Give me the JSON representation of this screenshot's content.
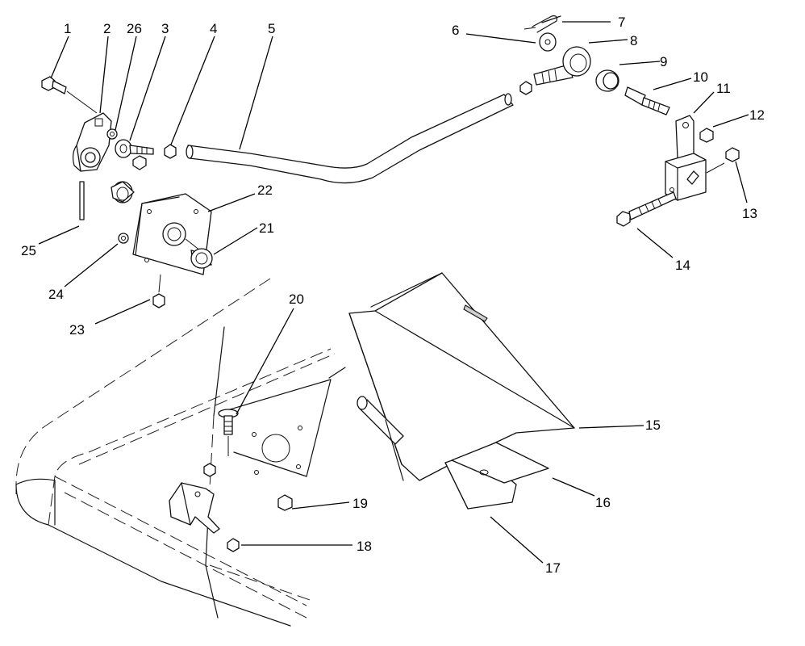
{
  "callouts": [
    {
      "id": "c1",
      "label": "1"
    },
    {
      "id": "c2",
      "label": "2"
    },
    {
      "id": "c26",
      "label": "26"
    },
    {
      "id": "c3",
      "label": "3"
    },
    {
      "id": "c4",
      "label": "4"
    },
    {
      "id": "c5",
      "label": "5"
    },
    {
      "id": "c6",
      "label": "6"
    },
    {
      "id": "c7",
      "label": "7"
    },
    {
      "id": "c8",
      "label": "8"
    },
    {
      "id": "c9",
      "label": "9"
    },
    {
      "id": "c10",
      "label": "10"
    },
    {
      "id": "c11",
      "label": "11"
    },
    {
      "id": "c12",
      "label": "12"
    },
    {
      "id": "c13",
      "label": "13"
    },
    {
      "id": "c14",
      "label": "14"
    },
    {
      "id": "c15",
      "label": "15"
    },
    {
      "id": "c16",
      "label": "16"
    },
    {
      "id": "c17",
      "label": "17"
    },
    {
      "id": "c18",
      "label": "18"
    },
    {
      "id": "c19",
      "label": "19"
    },
    {
      "id": "c20",
      "label": "20"
    },
    {
      "id": "c21",
      "label": "21"
    },
    {
      "id": "c22",
      "label": "22"
    },
    {
      "id": "c23",
      "label": "23"
    },
    {
      "id": "c24",
      "label": "24"
    },
    {
      "id": "c25",
      "label": "25"
    }
  ]
}
